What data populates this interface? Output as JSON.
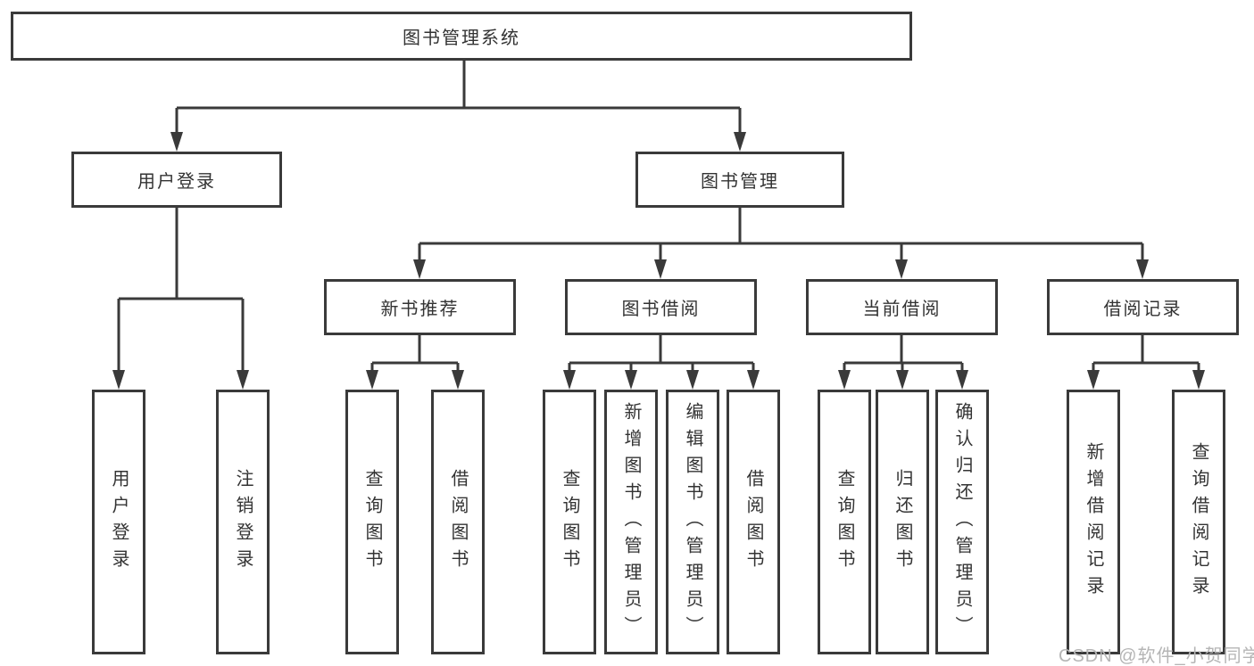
{
  "diagram_title": "图书管理系统",
  "tree": {
    "label": "图书管理系统",
    "children": [
      {
        "label": "用户登录",
        "children": [
          {
            "label": "用户登录"
          },
          {
            "label": "注销登录"
          }
        ]
      },
      {
        "label": "图书管理",
        "children": [
          {
            "label": "新书推荐",
            "children": [
              {
                "label": "查询图书"
              },
              {
                "label": "借阅图书"
              }
            ]
          },
          {
            "label": "图书借阅",
            "children": [
              {
                "label": "查询图书"
              },
              {
                "label": "新增图书（管理员）"
              },
              {
                "label": "编辑图书（管理员）"
              },
              {
                "label": "借阅图书"
              }
            ]
          },
          {
            "label": "当前借阅",
            "children": [
              {
                "label": "查询图书"
              },
              {
                "label": "归还图书"
              },
              {
                "label": "确认归还（管理员）"
              }
            ]
          },
          {
            "label": "借阅记录",
            "children": [
              {
                "label": "新增借阅记录"
              },
              {
                "label": "查询借阅记录"
              }
            ]
          }
        ]
      }
    ]
  },
  "watermark": {
    "text": "CSDN @软件_小贺同学"
  },
  "colors": {
    "line": "#3a3a3a",
    "text": "#333333",
    "watermark": "#b5b5b5",
    "background": "#ffffff"
  }
}
